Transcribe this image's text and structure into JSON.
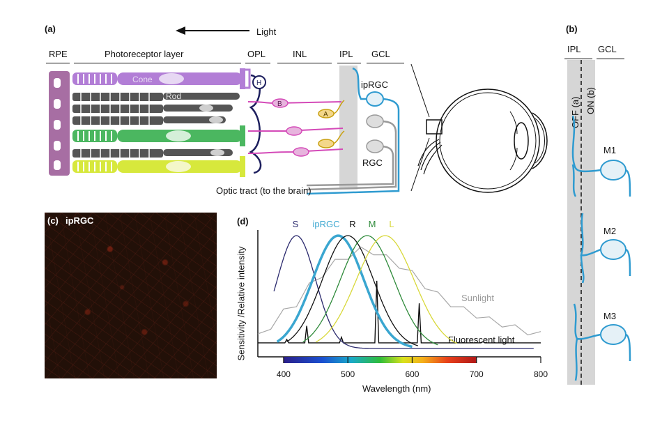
{
  "panel_a": {
    "tag": "(a)",
    "light": "Light",
    "layers": [
      "RPE",
      "Photoreceptor layer",
      "OPL",
      "INL",
      "IPL",
      "GCL"
    ],
    "cells": {
      "cone": "Cone",
      "rod": "Rod",
      "h": "H",
      "b": "B",
      "a": "A",
      "iprgc": "ipRGC",
      "rgc": "RGC"
    },
    "optic_tract": "Optic tract (to the brain)"
  },
  "panel_b": {
    "tag": "(b)",
    "layers": [
      "IPL",
      "GCL"
    ],
    "off": "OFF (a)",
    "on": "ON (b)",
    "cells": [
      "M1",
      "M2",
      "M3"
    ]
  },
  "panel_c": {
    "tag": "(c)",
    "label": "ipRGC"
  },
  "panel_d": {
    "tag": "(d)",
    "ylabel": "Sensitivity /Relative intensity",
    "xlabel": "Wavelength (nm)",
    "sunlight": "Sunlight",
    "fluorescent": "Fluorescent light"
  },
  "chart_data": {
    "type": "line",
    "xlabel": "Wavelength (nm)",
    "ylabel": "Sensitivity /Relative intensity",
    "xlim": [
      360,
      800
    ],
    "ylim": [
      0,
      1.05
    ],
    "x_ticks": [
      400,
      500,
      600,
      700,
      800
    ],
    "spectrum_bar": [
      400,
      700
    ],
    "series": [
      {
        "name": "S",
        "color": "#2b2a6e",
        "peak": 420,
        "sigma": 30,
        "x": [
          385,
          790
        ]
      },
      {
        "name": "ipRGC",
        "color": "#3aa6d0",
        "peak": 485,
        "sigma": 40,
        "x": [
          390,
          600
        ]
      },
      {
        "name": "R",
        "color": "#111111",
        "peak": 500,
        "sigma": 40,
        "x": [
          405,
          610
        ]
      },
      {
        "name": "M",
        "color": "#2e8a3a",
        "peak": 530,
        "sigma": 42,
        "x": [
          430,
          640
        ]
      },
      {
        "name": "L",
        "color": "#d8d83a",
        "peak": 558,
        "sigma": 45,
        "x": [
          450,
          670
        ]
      }
    ],
    "sunlight": {
      "name": "Sunlight",
      "color": "#a8a8a8",
      "x": [
        360,
        380,
        400,
        420,
        440,
        460,
        480,
        500,
        520,
        540,
        560,
        580,
        600,
        620,
        640,
        660,
        680,
        700,
        720,
        740,
        760,
        780,
        800
      ],
      "y": [
        0.1,
        0.2,
        0.32,
        0.4,
        0.55,
        0.66,
        0.76,
        0.82,
        0.87,
        0.86,
        0.8,
        0.74,
        0.66,
        0.56,
        0.47,
        0.4,
        0.34,
        0.3,
        0.25,
        0.22,
        0.18,
        0.15,
        0.12
      ]
    },
    "fluorescent": {
      "name": "Fluorescent light",
      "color": "#111111",
      "base": 0.05,
      "peaks": [
        {
          "x": 405,
          "y": 0.08
        },
        {
          "x": 436,
          "y": 0.2
        },
        {
          "x": 490,
          "y": 0.1
        },
        {
          "x": 545,
          "y": 0.6
        },
        {
          "x": 588,
          "y": 0.05
        },
        {
          "x": 611,
          "y": 0.4
        },
        {
          "x": 710,
          "y": 0.06
        }
      ]
    }
  }
}
